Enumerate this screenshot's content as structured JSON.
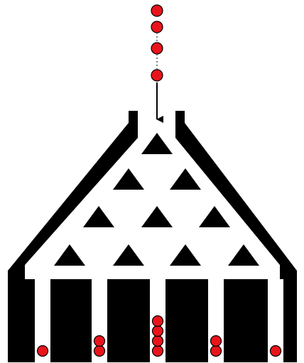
{
  "diagram": {
    "type": "galton-board",
    "colors": {
      "background": "#ffffff",
      "board": "#000000",
      "ball_fill": "#e8141b",
      "ball_stroke": "#000000",
      "peg": "#000000"
    },
    "incoming_balls": {
      "shown": 4,
      "has_gap_dots_between": true
    },
    "peg_rows": [
      1,
      2,
      3,
      4
    ],
    "bins": [
      {
        "balls": 1
      },
      {
        "balls": 2
      },
      {
        "balls": 4
      },
      {
        "balls": 2
      },
      {
        "balls": 1
      }
    ]
  }
}
